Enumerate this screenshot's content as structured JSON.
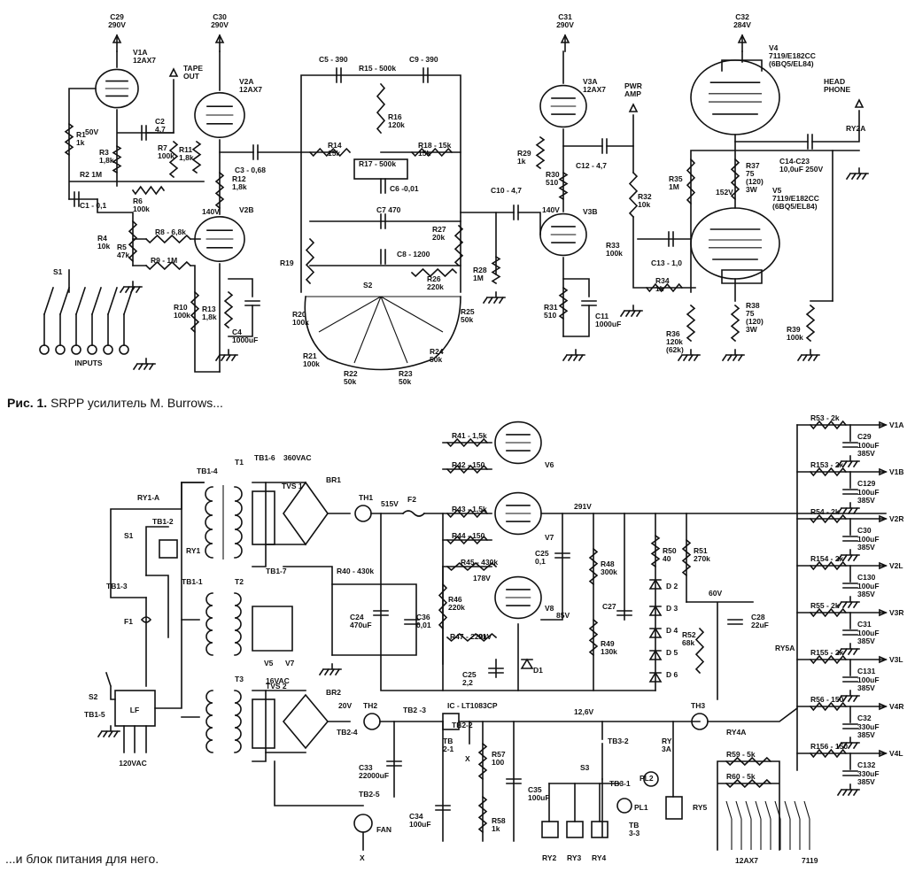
{
  "caption_top": {
    "bold": "Рис. 1.",
    "text": " SRPP усилитель M. Burrows..."
  },
  "caption_bottom": "...и блок питания для него.",
  "amp": {
    "tubes": {
      "v1a": [
        "V1A",
        "12AX7"
      ],
      "v2a": [
        "V2A",
        "12AX7"
      ],
      "v2b": "V2B",
      "v3a": [
        "V3A",
        "12AX7"
      ],
      "v3b": "V3B",
      "v4": [
        "V4",
        "7119/E182CC",
        "(6BQ5/EL84)"
      ],
      "v5": [
        "V5",
        "7119/E182CC",
        "(6BQ5/EL84)"
      ]
    },
    "supplies": {
      "c29": [
        "C29",
        "290V"
      ],
      "c30": [
        "C30",
        "290V"
      ],
      "c31": [
        "C31",
        "290V"
      ],
      "c32": [
        "C32",
        "284V"
      ]
    },
    "outputs": {
      "tape": [
        "TAPE",
        "OUT"
      ],
      "pwr": [
        "PWR",
        "AMP"
      ],
      "head": [
        "HEAD",
        "PHONE"
      ],
      "ry2a": "RY2A"
    },
    "voltages": {
      "v50": "50V",
      "v140a": "140V",
      "v140b": "140V",
      "v152": "152V"
    },
    "parts": {
      "r1": [
        "R1",
        "1k"
      ],
      "r3": [
        "R3",
        "1,8k"
      ],
      "r2": "R2 1M",
      "c2": [
        "C2",
        "4,7"
      ],
      "r7": [
        "R7",
        "100k"
      ],
      "r6": [
        "R6",
        "100k"
      ],
      "c1": "C1 - 0,1",
      "r4": [
        "R4",
        "10k"
      ],
      "r5": [
        "R5",
        "47k"
      ],
      "r8": "R8 - 6,8k",
      "r9": "R9 - 1M",
      "r10": [
        "R10",
        "100k"
      ],
      "r11": [
        "R11",
        "1,8k"
      ],
      "r12": [
        "R12",
        "1,8k"
      ],
      "c3": "C3 - 0,68",
      "r13": [
        "R13",
        "1,8k"
      ],
      "c4": [
        "C4",
        "1000uF"
      ],
      "s1": "S1",
      "inputs": "INPUTS",
      "c5": "C5 - 390",
      "r15": "R15 - 500k",
      "c9": "C9 - 390",
      "r16": [
        "R16",
        "120k"
      ],
      "r14": [
        "R14",
        "15k"
      ],
      "r17": "R17 - 500k",
      "r18": [
        "R18 - 15k",
        "15k"
      ],
      "c6": "C6 -0,01",
      "c7": "C7 470",
      "r27": [
        "R27",
        "20k"
      ],
      "r19": "R19",
      "c8": "C8 - 1200",
      "r26": [
        "R26",
        "220k"
      ],
      "s2": "S2",
      "r20": [
        "R20",
        "100k"
      ],
      "r21": [
        "R21",
        "100k"
      ],
      "r22": [
        "R22",
        "50k"
      ],
      "r23": [
        "R23",
        "50k"
      ],
      "r24": [
        "R24",
        "50k"
      ],
      "r25": [
        "R25",
        "50k"
      ],
      "c10": "C10 - 4,7",
      "r28": [
        "R28",
        "1M"
      ],
      "r29": [
        "R29",
        "1k"
      ],
      "r30": [
        "R30",
        "510"
      ],
      "c12": "C12 - 4,7",
      "r32": [
        "R32",
        "10k"
      ],
      "r33": [
        "R33",
        "100k"
      ],
      "r31": [
        "R31",
        "510"
      ],
      "c11": [
        "C11",
        "1000uF"
      ],
      "r35": [
        "R35",
        "1M"
      ],
      "r37": [
        "R37",
        "75",
        "(120)",
        "3W"
      ],
      "c14": [
        "C14-C23",
        "10,0uF 250V"
      ],
      "c13": "C13 - 1,0",
      "r34": [
        "R34",
        "1k"
      ],
      "r36": [
        "R36",
        "120k",
        "(62k)"
      ],
      "r38": [
        "R38",
        "75",
        "(120)",
        "3W"
      ],
      "r39": [
        "R39",
        "100k"
      ]
    }
  },
  "psu": {
    "labels": {
      "tb14": "TB1-4",
      "t1": "T1",
      "tb16": "TB1-6",
      "vac360": "360VAC",
      "tvs1": "TVS 1",
      "br1": "BR1",
      "th1": "TH1",
      "v515": "515V",
      "f2": "F2",
      "ry1a": "RY1-A",
      "tb12": "TB1-2",
      "s1": "S1",
      "ry1": "RY1",
      "tb13": "TB1-3",
      "tb11": "TB1-1",
      "tb17": "TB1-7",
      "r40": "R40 - 430k",
      "t2": "T2",
      "c24": [
        "C24",
        "470uF"
      ],
      "c36": [
        "C36",
        "0,01"
      ],
      "v5": "V5",
      "v7": "V7",
      "f1": "F1",
      "s2": "S2",
      "tb15": "TB1-5",
      "lf": "LF",
      "vac120": "120VAC",
      "t3": "T3",
      "vac16": "16VAC",
      "tvs2": "TVS 2",
      "br2": "BR2",
      "v20": "20V",
      "th2": "TH2",
      "tb23": "TB2 -3",
      "ic": "IC - LT1083CP",
      "tb22": "TB2-2",
      "tb24": "TB2-4",
      "tb21": [
        "TB",
        "2-1"
      ],
      "c33": [
        "C33",
        "22000uF"
      ],
      "tb25": "TB2-5",
      "fan": "FAN",
      "c34": [
        "C34",
        "100uF"
      ],
      "r57": [
        "R57",
        "100"
      ],
      "r58": [
        "R58",
        "1k"
      ],
      "c35": [
        "C35",
        "100uF"
      ],
      "v126": "12,6V",
      "tb32": "TB3-2",
      "s3": "S3",
      "tb31": "TB3-1",
      "pl1": "PL1",
      "pl2": "PL2",
      "tb33": [
        "TB",
        "3-3"
      ],
      "ry2": "RY2",
      "ry3": "RY3",
      "ry4": "RY4",
      "ry3a": [
        "RY",
        "3A"
      ],
      "ry5": "RY5",
      "th3": "TH3",
      "ry4a": "RY4A",
      "r59": "R59 - 5k",
      "r60": "R60 - 5k",
      "t12ax7": "12AX7",
      "t7119": "7119",
      "x": "X",
      "r41": "R41 - 1,5k",
      "r42": "R42 - 150",
      "r43": "R43 - 1,5k",
      "r44": "R44 - 150",
      "r45": "R45 - 430k",
      "v6": "V6",
      "v7b": "V7",
      "v8": "V8",
      "v178": "178V",
      "c25a": [
        "C25",
        "0,1"
      ],
      "v291": "291V",
      "r48": [
        "R48",
        "300k"
      ],
      "r50": [
        "R50",
        "40"
      ],
      "r51": [
        "R51",
        "270k"
      ],
      "r46": [
        "R46",
        "220k"
      ],
      "v85": "85V",
      "c27": "C27",
      "v91": "91V",
      "r47": "R47 - 220k",
      "c25b": [
        "C25",
        "2,2"
      ],
      "d1": "D1",
      "r49": [
        "R49",
        "130k"
      ],
      "d2": "D 2",
      "d3": "D 3",
      "d4": "D 4",
      "d5": "D 5",
      "d6": "D 6",
      "v60": "60V",
      "c28": [
        "C28",
        "22uF"
      ],
      "r52": [
        "R52",
        "68k"
      ],
      "ry5a": "RY5A"
    },
    "rails": [
      {
        "r": "R53 - 2k",
        "c": "C29",
        "cv": [
          "100uF",
          "385V"
        ],
        "out": "V1A"
      },
      {
        "r": "R153 - 2k",
        "c": "C129",
        "cv": [
          "100uF",
          "385V"
        ],
        "out": "V1B"
      },
      {
        "r": "R54 - 2k",
        "c": "C30",
        "cv": [
          "100uF",
          "385V"
        ],
        "out": "V2R"
      },
      {
        "r": "R154 - 2k",
        "c": "C130",
        "cv": [
          "100uF",
          "385V"
        ],
        "out": "V2L"
      },
      {
        "r": "R55 - 2k",
        "c": "C31",
        "cv": [
          "100uF",
          "385V"
        ],
        "out": "V3R"
      },
      {
        "r": "R155 - 2k",
        "c": "C131",
        "cv": [
          "100uF",
          "385V"
        ],
        "out": "V3L"
      },
      {
        "r": "R56 - 150",
        "c": "C32",
        "cv": [
          "330uF",
          "385V"
        ],
        "out": "V4R"
      },
      {
        "r": "R156 - 150",
        "c": "C132",
        "cv": [
          "330uF",
          "385V"
        ],
        "out": "V4L"
      }
    ]
  }
}
